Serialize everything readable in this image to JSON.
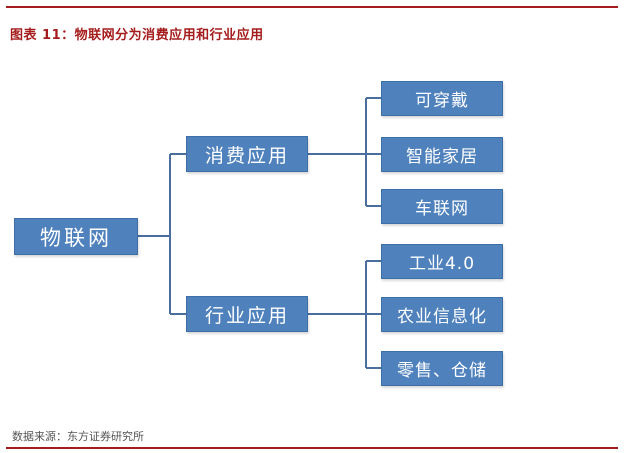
{
  "figure": {
    "title": "图表 11：物联网分为消费应用和行业应用",
    "source": "数据来源：东方证券研究所"
  },
  "diagram": {
    "root": "物联网",
    "branches": [
      {
        "label": "消费应用",
        "children": [
          "可穿戴",
          "智能家居",
          "车联网"
        ]
      },
      {
        "label": "行业应用",
        "children": [
          "工业4.0",
          "农业信息化",
          "零售、仓储"
        ]
      }
    ]
  },
  "colors": {
    "node_fill": "#4f81bd",
    "node_text": "#ffffff",
    "rule": "#a51c1c",
    "title": "#a51c1c",
    "connector": "#4a6f9e"
  }
}
